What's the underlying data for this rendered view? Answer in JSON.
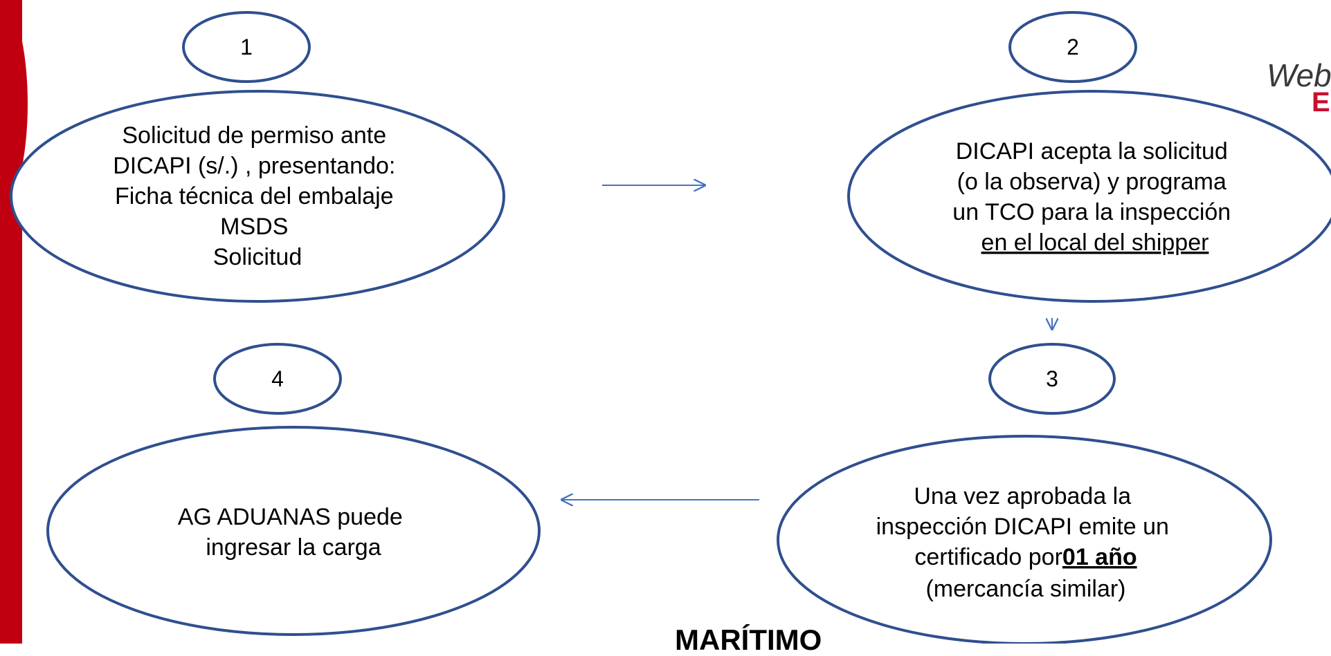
{
  "colors": {
    "accent_red": "#c8102e",
    "ellipse_stroke": "#2f4f8f",
    "arrow": "#4472c4"
  },
  "brand": {
    "line1": "Web",
    "line2": "E"
  },
  "footer_title": "MARÍTIMO",
  "steps": [
    {
      "number": "1",
      "lines": [
        "Solicitud de permiso ante",
        "DICAPI (s/.) , presentando:",
        "Ficha técnica del embalaje",
        "MSDS",
        "Solicitud"
      ]
    },
    {
      "number": "2",
      "lines": [
        "DICAPI acepta la solicitud",
        "(o la observa) y programa",
        "un TCO para la inspección",
        "en el local del shipper"
      ]
    },
    {
      "number": "3",
      "lines": [
        "Una vez aprobada la",
        "inspección DICAPI emite un",
        "certificado  por ",
        "01 año",
        "(mercancía similar)"
      ]
    },
    {
      "number": "4",
      "lines": [
        "AG ADUANAS puede",
        "ingresar la carga"
      ]
    }
  ]
}
